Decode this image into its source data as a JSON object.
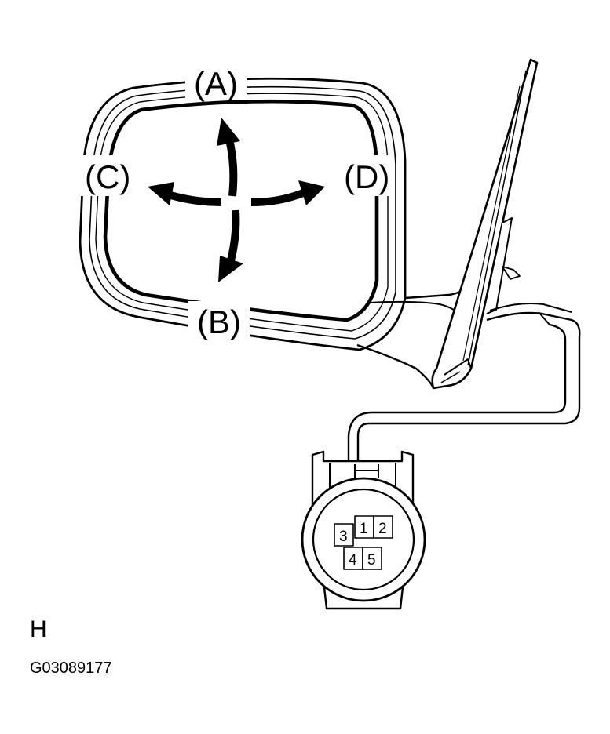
{
  "mirror": {
    "directions": {
      "up": "(A)",
      "down": "(B)",
      "left": "(C)",
      "right": "(D)"
    }
  },
  "connector": {
    "pins": [
      "1",
      "2",
      "3",
      "4",
      "5"
    ]
  },
  "view_letter": "H",
  "figure_code": "G03089177",
  "colors": {
    "line": "#000000",
    "background": "#ffffff"
  }
}
